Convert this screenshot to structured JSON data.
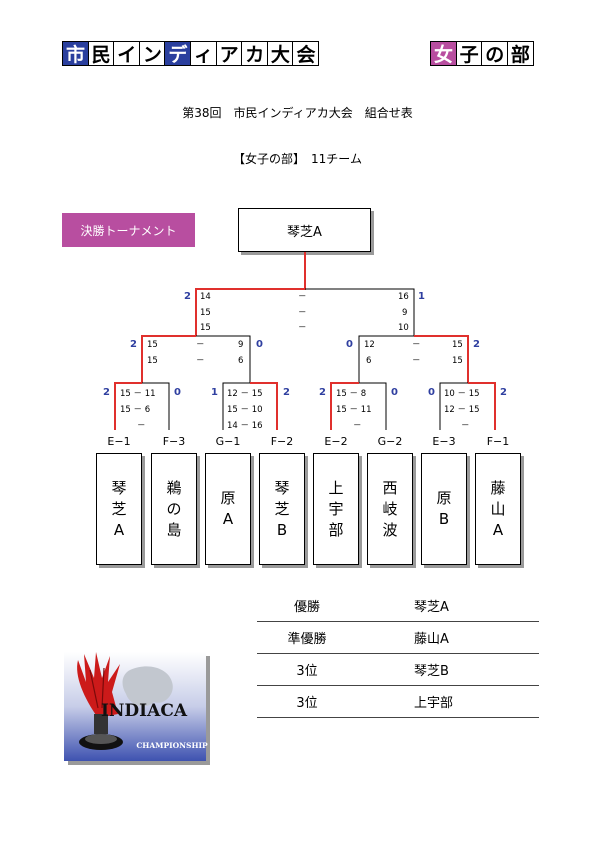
{
  "banner_left": [
    "市",
    "民",
    "イ",
    "ン",
    "デ",
    "ィ",
    "ア",
    "カ",
    "大",
    "会"
  ],
  "banner_left_colors": [
    "#2a3f9e",
    "#ffffff",
    "#ffffff",
    "#ffffff",
    "#2a3f9e",
    "#ffffff",
    "#ffffff",
    "#ffffff",
    "#ffffff",
    "#ffffff"
  ],
  "banner_right": [
    "女",
    "子",
    "の",
    "部"
  ],
  "banner_right_colors": [
    "#b84ea0",
    "#ffffff",
    "#ffffff",
    "#ffffff"
  ],
  "heading": "第38回　市民インディアカ大会　組合せ表",
  "subheading": "【女子の部】　11チーム",
  "final_label": "決勝トーナメント",
  "colors": {
    "accent_purple": "#b84ea0",
    "win_line": "#e0302d",
    "result_blue": "#2f3fa0"
  },
  "champion": "琴芝A",
  "final": {
    "left_result": "2",
    "right_result": "1",
    "sets": [
      {
        "l": "14",
        "dash": "－",
        "r": "16"
      },
      {
        "l": "15",
        "dash": "－",
        "r": "9"
      },
      {
        "l": "15",
        "dash": "－",
        "r": "10"
      }
    ]
  },
  "semis": [
    {
      "left_result": "2",
      "right_result": "0",
      "sets": [
        {
          "l": "15",
          "dash": "－",
          "r": "9"
        },
        {
          "l": "15",
          "dash": "－",
          "r": "6"
        }
      ]
    },
    {
      "left_result": "0",
      "right_result": "2",
      "sets": [
        {
          "l": "12",
          "dash": "－",
          "r": "15"
        },
        {
          "l": "6",
          "dash": "－",
          "r": "15"
        }
      ]
    }
  ],
  "quarters": [
    {
      "left_result": "2",
      "right_result": "0",
      "sets": [
        {
          "l": "15",
          "dash": "－",
          "r": "11"
        },
        {
          "l": "15",
          "dash": "－",
          "r": "6"
        },
        {
          "l": "",
          "dash": "－",
          "r": ""
        }
      ]
    },
    {
      "left_result": "1",
      "right_result": "2",
      "sets": [
        {
          "l": "12",
          "dash": "－",
          "r": "15"
        },
        {
          "l": "15",
          "dash": "－",
          "r": "10"
        },
        {
          "l": "14",
          "dash": "－",
          "r": "16"
        }
      ]
    },
    {
      "left_result": "2",
      "right_result": "0",
      "sets": [
        {
          "l": "15",
          "dash": "－",
          "r": "8"
        },
        {
          "l": "15",
          "dash": "－",
          "r": "11"
        },
        {
          "l": "",
          "dash": "－",
          "r": ""
        }
      ]
    },
    {
      "left_result": "0",
      "right_result": "2",
      "sets": [
        {
          "l": "10",
          "dash": "－",
          "r": "15"
        },
        {
          "l": "12",
          "dash": "－",
          "r": "15"
        },
        {
          "l": "",
          "dash": "－",
          "r": ""
        }
      ]
    }
  ],
  "teams": [
    {
      "code": "E−1",
      "lines": [
        "琴",
        "芝",
        "A"
      ]
    },
    {
      "code": "F−3",
      "lines": [
        "鵜",
        "の",
        "島"
      ]
    },
    {
      "code": "G−1",
      "lines": [
        "原",
        "A"
      ]
    },
    {
      "code": "F−2",
      "lines": [
        "琴",
        "芝",
        "B"
      ]
    },
    {
      "code": "E−2",
      "lines": [
        "上",
        "宇",
        "部"
      ]
    },
    {
      "code": "G−2",
      "lines": [
        "西",
        "岐",
        "波"
      ]
    },
    {
      "code": "E−3",
      "lines": [
        "原",
        "B"
      ]
    },
    {
      "code": "F−1",
      "lines": [
        "藤",
        "山",
        "A"
      ]
    }
  ],
  "results": [
    {
      "rank": "優勝",
      "team": "琴芝A"
    },
    {
      "rank": "準優勝",
      "team": "藤山A"
    },
    {
      "rank": "3位",
      "team": "琴芝B"
    },
    {
      "rank": "3位",
      "team": "上宇部"
    }
  ],
  "logo": {
    "title": "INDIACA",
    "subtitle": "CHAMPIONSHIP"
  }
}
